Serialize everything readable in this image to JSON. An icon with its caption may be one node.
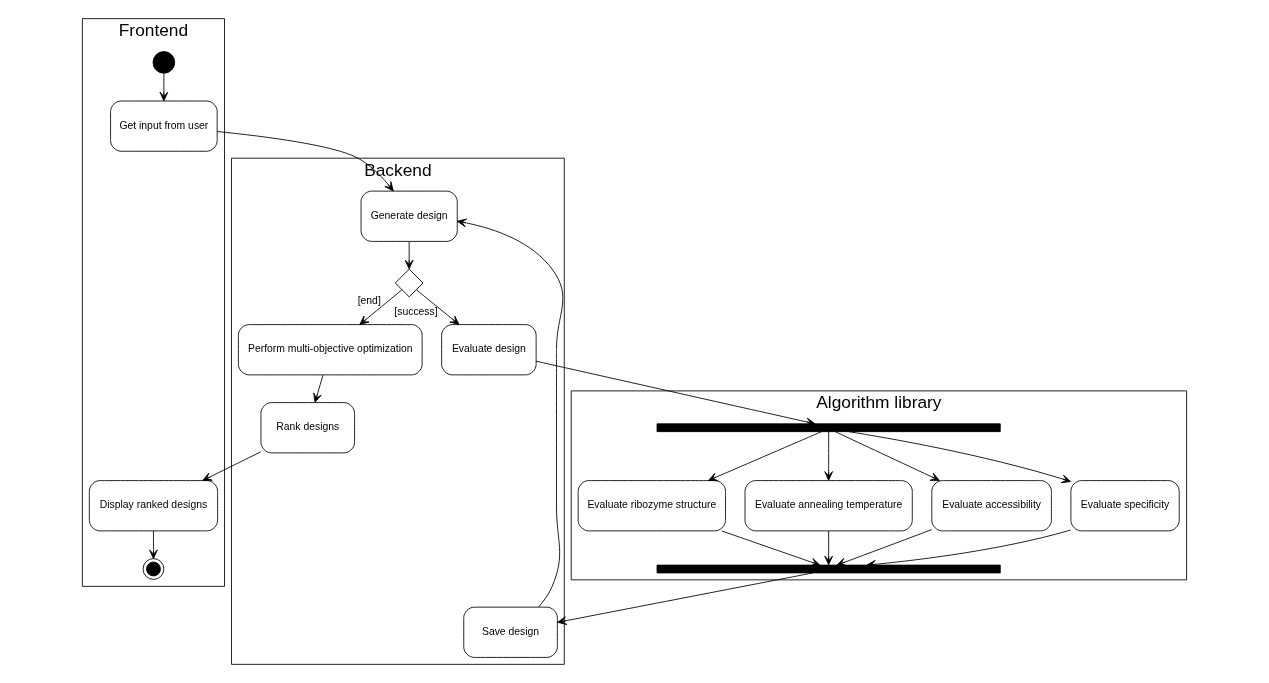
{
  "diagram": {
    "nodes": [
      {
        "text": [
          "Frontend"
        ]
      },
      {
        "text": [
          "Backend"
        ]
      },
      {
        "text": [
          "Algorithm library"
        ]
      },
      {
        "text": [],
        "shape": "circle",
        "in": 0
      },
      {
        "text": [
          "Get input from user"
        ],
        "in": 0
      },
      {
        "text": [
          "Generate design"
        ],
        "in": 1
      },
      {
        "text": [],
        "shape": "diamond",
        "in": 1
      },
      {
        "text": [
          "Evaluate design"
        ],
        "in": 1
      },
      {
        "text": [],
        "shape": "bar",
        "in": 2
      },
      {
        "text": [
          "Evaluate ribozyme structure"
        ],
        "in": 2
      },
      {
        "text": [
          "Evaluate annealing temperature"
        ],
        "in": 2
      },
      {
        "text": [
          "Evaluate accessibility"
        ],
        "in": 2
      },
      {
        "text": [
          "Evaluate specificity"
        ],
        "in": 2
      },
      {
        "text": [],
        "shape": "bar",
        "in": 2
      },
      {
        "text": [
          "Save design"
        ],
        "in": 1
      },
      {
        "text": [
          "Perform multi-objective optimization"
        ],
        "in": 1
      },
      {
        "text": [
          "Rank designs"
        ],
        "in": 1
      },
      {
        "text": [
          "Display ranked designs"
        ],
        "in": 0
      },
      {
        "text": [],
        "shape": "bullseye",
        "in": 0
      }
    ],
    "edges": [
      {
        "from": 3,
        "to": 4,
        "arrow": "to"
      },
      {
        "from": 4,
        "to": 5,
        "arrow": "to"
      },
      {
        "from": 5,
        "to": 6,
        "arrow": "to"
      },
      {
        "from": 6,
        "to": 7,
        "arrow": "to",
        "label": "[success]"
      },
      {
        "from": 6,
        "to": 15,
        "arrow": "to",
        "label": "[end]"
      },
      {
        "from": 7,
        "to": 8,
        "arrow": "to"
      },
      {
        "from": 8,
        "to": 9,
        "arrow": "to"
      },
      {
        "from": 8,
        "to": 10,
        "arrow": "to"
      },
      {
        "from": 8,
        "to": 11,
        "arrow": "to"
      },
      {
        "from": 8,
        "to": 12,
        "arrow": "to"
      },
      {
        "from": 9,
        "to": 13,
        "arrow": "to"
      },
      {
        "from": 10,
        "to": 13,
        "arrow": "to"
      },
      {
        "from": 11,
        "to": 13,
        "arrow": "to"
      },
      {
        "from": 12,
        "to": 13,
        "arrow": "to"
      },
      {
        "from": 13,
        "to": 14,
        "arrow": "to"
      },
      {
        "from": 14,
        "to": 5,
        "arrow": "to"
      },
      {
        "from": 15,
        "to": 16,
        "arrow": "to"
      },
      {
        "from": 16,
        "to": 17,
        "arrow": "to"
      },
      {
        "from": 17,
        "to": 18,
        "arrow": "to"
      }
    ]
  }
}
